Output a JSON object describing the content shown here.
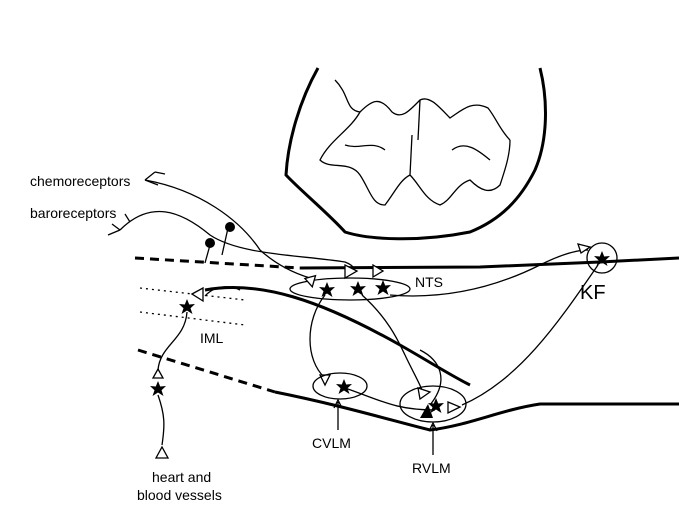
{
  "labels": {
    "chemoreceptors": "chemoreceptors",
    "baroreceptors": "baroreceptors",
    "nts": "NTS",
    "kf": "KF",
    "iml": "IML",
    "cvlm": "CVLM",
    "rvlm": "RVLM",
    "heart_line1": "heart and",
    "heart_line2": "blood vessels"
  }
}
